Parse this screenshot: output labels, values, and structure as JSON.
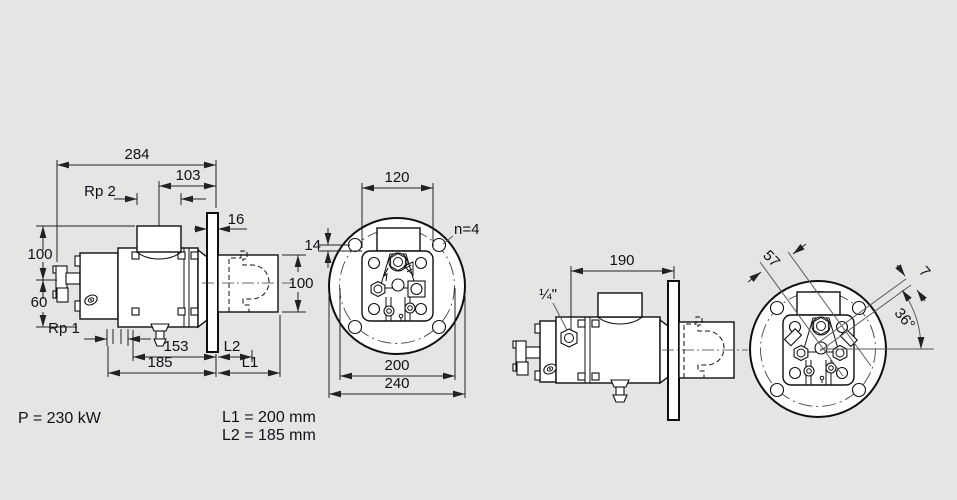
{
  "canvas": {
    "background": "#e5e5e4",
    "ink": "#0f0f0f"
  },
  "annotations": {
    "side_view_left": {
      "overall_length": "284",
      "port_to_flange": "103",
      "top_port": "Rp 2",
      "flange_thickness": "16",
      "height_upper": "100",
      "height_lower": "60",
      "side_port": "Rp 1",
      "body_to_flange": "153",
      "overall_body": "185",
      "shaft_dim_top": "L2",
      "shaft_dim_bottom": "L1",
      "shaft_height": "100"
    },
    "front_view_left": {
      "pad_width": "120",
      "hole_offset": "14",
      "hole_count": "n=4",
      "bolt_circle": "200",
      "outer_diameter": "240"
    },
    "side_view_right": {
      "plug_to_flange": "190",
      "gauge_port": "¼\""
    },
    "front_view_right": {
      "port_spacing": "57",
      "port_offset": "7",
      "port_angle": "36°"
    },
    "notes": {
      "power": "P = 230 kW",
      "l1": "L1 = 200 mm",
      "l2": "L2 = 185 mm"
    }
  }
}
